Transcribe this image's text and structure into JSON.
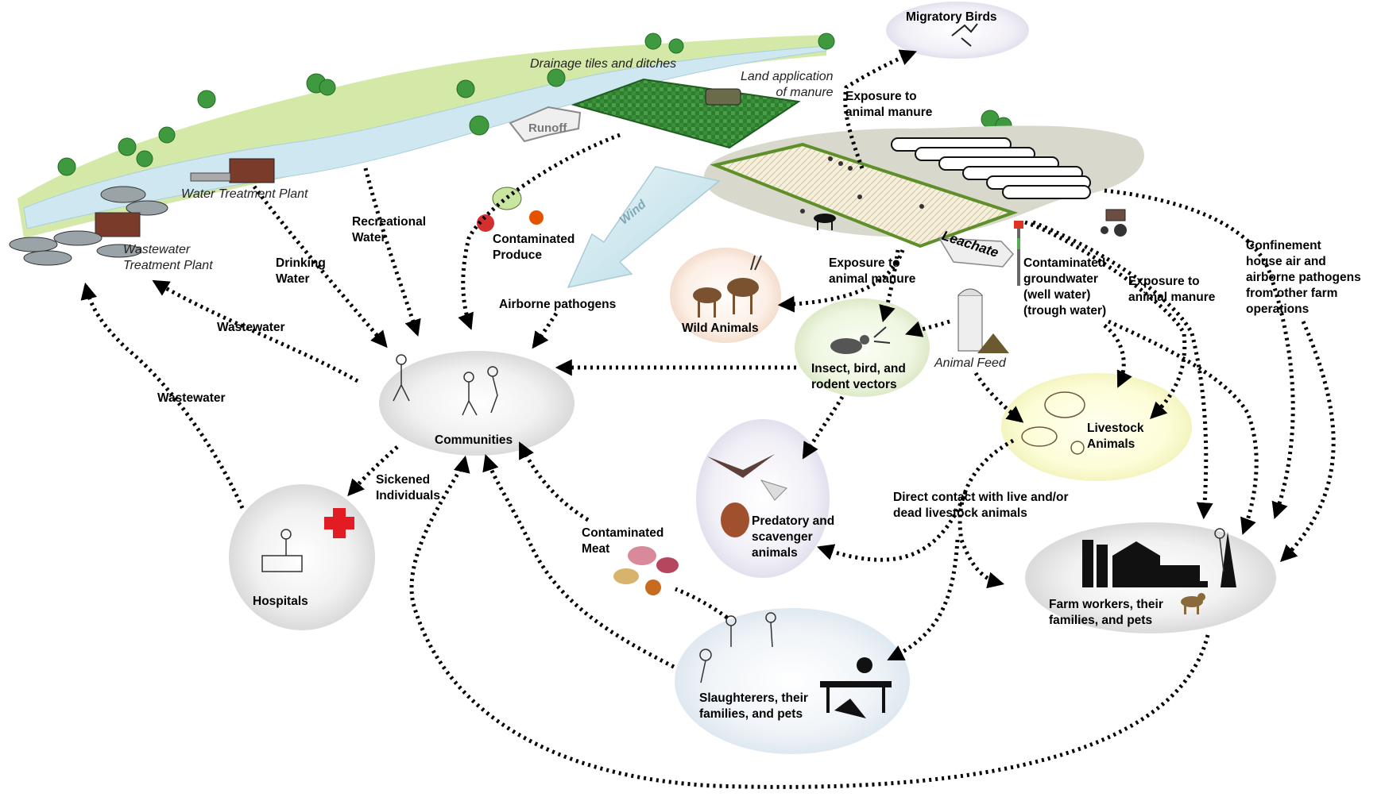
{
  "diagram": {
    "nodes": {
      "migratory_birds": "Migratory Birds",
      "drainage": "Drainage tiles and ditches",
      "land_application": "Land application\nof manure",
      "runoff": "Runoff",
      "water_treatment": "Water Treatment Plant",
      "wastewater_treatment": "Wastewater\nTreatment Plant",
      "wind": "Wind",
      "leachate": "Leachate",
      "animal_feed": "Animal Feed",
      "communities": "Communities",
      "hospitals": "Hospitals",
      "wild_animals": "Wild Animals",
      "vectors": "Insect, bird, and\nrodent vectors",
      "livestock": "Livestock\nAnimals",
      "predatory": "Predatory and\nscavenger\nanimals",
      "farm_workers": "Farm workers, their\nfamilies, and pets",
      "slaughterers": "Slaughterers, their\nfamilies, and pets"
    },
    "edges": {
      "exposure_top": "Exposure to\nanimal manure",
      "exposure_mid": "Exposure to\nanimal manure",
      "exposure_right": "Exposure to\nanimal manure",
      "recreational_water": "Recreational\nWater",
      "drinking_water": "Drinking\nWater",
      "contaminated_produce": "Contaminated\nProduce",
      "airborne_pathogens": "Airborne pathogens",
      "wastewater_1": "Wastewater",
      "wastewater_2": "Wastewater",
      "contaminated_groundwater": "Contaminated\ngroundwater\n(well water)\n(trough water)",
      "confinement": "Confinement\nhouse air and\nairborne pathogens\nfrom other farm\noperations",
      "sickened": "Sickened\nIndividuals",
      "contaminated_meat": "Contaminated\nMeat",
      "direct_contact": "Direct contact with live and/or\ndead livestock animals"
    },
    "colors": {
      "arrow": "#000000",
      "river": "#c7e3ee",
      "river_bank": "#cfe6a2",
      "field": "#2e7d32",
      "lagoon": "#f2ecd8",
      "hospital_cross": "#e31b23"
    }
  }
}
